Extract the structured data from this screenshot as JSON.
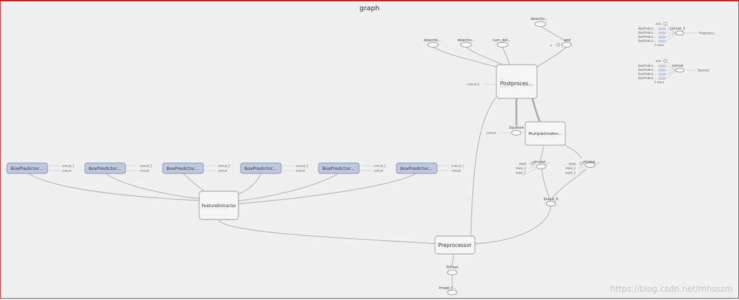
{
  "title": "graph",
  "nodes": {
    "postprocessor": "Postproces...",
    "preprocessor": "Preprocessor",
    "feature_extractor": "FeatureExtractor",
    "multiple_grid": "MultipleGridAnc...",
    "squeeze": "Squeeze",
    "shape_6": "Shape_6",
    "tofloat": "ToFloat",
    "image_tensor": "image_t...",
    "strided_1": "strided_...",
    "strided_2": "strided_...",
    "add": "add",
    "y_label": "y",
    "concat_label": "concat",
    "concat1_label": "concat_1",
    "top_outputs": [
      "detectio...",
      "detectio...",
      "num_det...",
      "detectio..."
    ],
    "box_predictors": [
      "BoxPredictor...",
      "BoxPredictor...",
      "BoxPredictor...",
      "BoxPredictor...",
      "BoxPredictor...",
      "BoxPredictor..."
    ],
    "bp_out1": "concat_1",
    "bp_out2": "concat",
    "stack_labels": [
      "stack",
      "stack_1",
      "stack_2"
    ]
  },
  "auxiliary": [
    {
      "inputs": [
        "BoxPredict...",
        "BoxPredict...",
        "BoxPredict...",
        "BoxPredict..."
      ],
      "axis": "axis",
      "more": "2 more",
      "op": "concat_1",
      "output": "Postproces..."
    },
    {
      "inputs": [
        "BoxPredict...",
        "BoxPredict...",
        "BoxPredict...",
        "BoxPredict..."
      ],
      "axis": "axis",
      "more": "2 more",
      "op": "concat",
      "output": "Squeeze"
    }
  ],
  "watermark": "https://blog.csdn.net/mhsszm"
}
